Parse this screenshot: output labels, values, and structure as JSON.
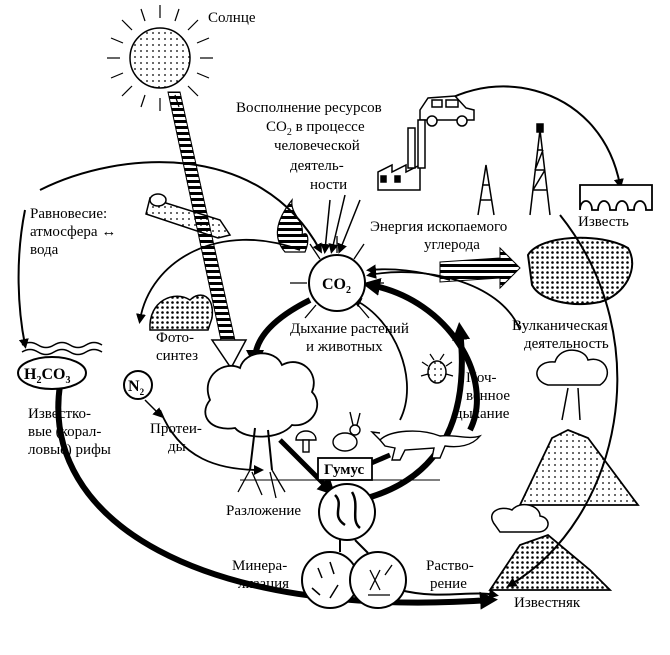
{
  "labels": {
    "sun": "Солнце",
    "human_1": "Восполнение ресурсов",
    "human_2a": "CO",
    "human_2sub": "2",
    "human_2b": " в процессе",
    "human_3": "человеческой",
    "human_4": "деятель-",
    "human_5": "ности",
    "equilibrium_1": "Равновесие:",
    "equilibrium_2": "атмосфера ↔",
    "equilibrium_3": "вода",
    "co2_main": "CO",
    "co2_sub": "2",
    "fossil_1": "Энергия ископаемого",
    "fossil_2": "углерода",
    "lime": "Известь",
    "volcanic_1": "Вулканическая",
    "volcanic_2": "деятельность",
    "photo_1": "Фото-",
    "photo_2": "синтез",
    "resp_1": "Дыхание растений",
    "resp_2": "и животных",
    "h2co3_a": "H",
    "h2co3_b": "2",
    "h2co3_c": "CO",
    "h2co3_d": "3",
    "n2_a": "N",
    "n2_b": "2",
    "soil_1": "Поч-",
    "soil_2": "венное",
    "soil_3": "дыхание",
    "reefs_1": "Известко-",
    "reefs_2": "вые (корал-",
    "reefs_3": "ловые) рифы",
    "proteids_1": "Протеи-",
    "proteids_2": "ды",
    "humus": "Гумус",
    "decomp": "Разложение",
    "mineral_1": "Минера-",
    "mineral_2": "лизация",
    "dissol_1": "Раство-",
    "dissol_2": "рение",
    "limestone": "Известняк"
  }
}
